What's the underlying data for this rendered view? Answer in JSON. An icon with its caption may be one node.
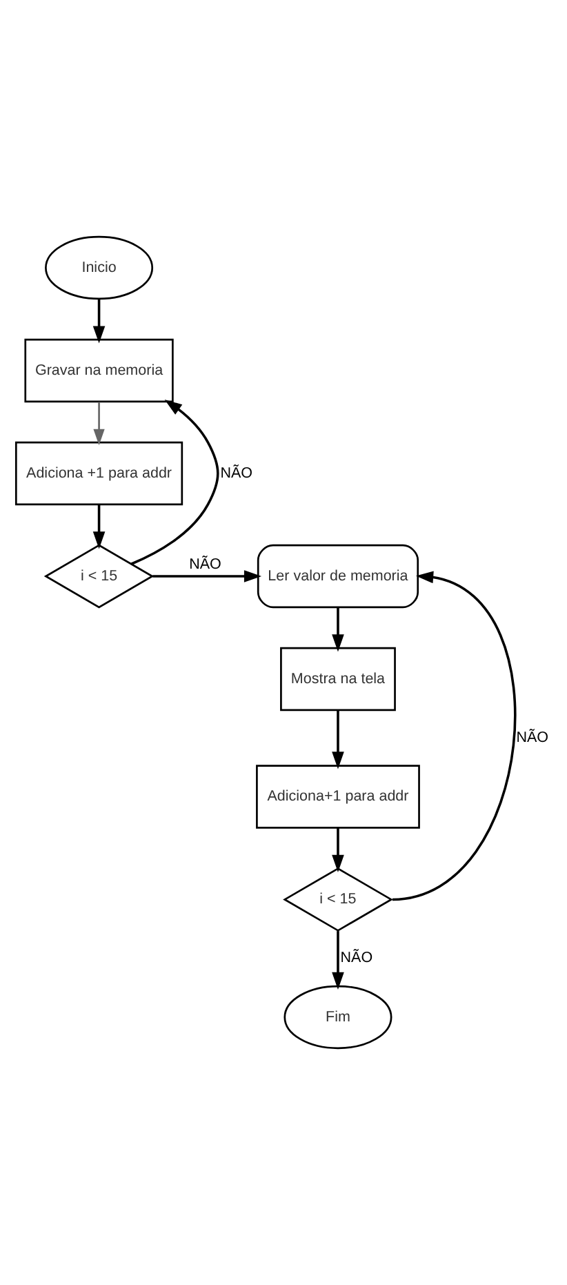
{
  "diagram": {
    "nodes": [
      {
        "text": [
          "Inicio"
        ]
      },
      {
        "text": [
          "Gravar na memoria"
        ]
      },
      {
        "text": [
          "Adiciona +1 para addr"
        ]
      },
      {
        "text": [
          "i < 15"
        ]
      },
      {
        "text": [
          "Ler valor de memoria"
        ]
      },
      {
        "text": [
          "Mostra na tela"
        ]
      },
      {
        "text": [
          "Adiciona+1 para addr"
        ]
      },
      {
        "text": [
          "i < 15"
        ]
      },
      {
        "text": [
          "Fim"
        ]
      }
    ],
    "edges": [
      {
        "from": 0,
        "to": 1,
        "arrow": "to"
      },
      {
        "from": 1,
        "to": 2,
        "arrow": "to",
        "color": "#666666"
      },
      {
        "from": 2,
        "to": 3,
        "arrow": "to"
      },
      {
        "from": 3,
        "to": 1,
        "arrow": "to",
        "label": "NÃO"
      },
      {
        "from": 3,
        "to": 4,
        "arrow": "to",
        "label": "NÃO"
      },
      {
        "from": 4,
        "to": 5,
        "arrow": "to"
      },
      {
        "from": 5,
        "to": 6,
        "arrow": "to"
      },
      {
        "from": 6,
        "to": 7,
        "arrow": "to"
      },
      {
        "from": 7,
        "to": 4,
        "arrow": "to",
        "label": "NÃO"
      },
      {
        "from": 7,
        "to": 8,
        "arrow": "to",
        "label": "NÃO"
      }
    ]
  }
}
